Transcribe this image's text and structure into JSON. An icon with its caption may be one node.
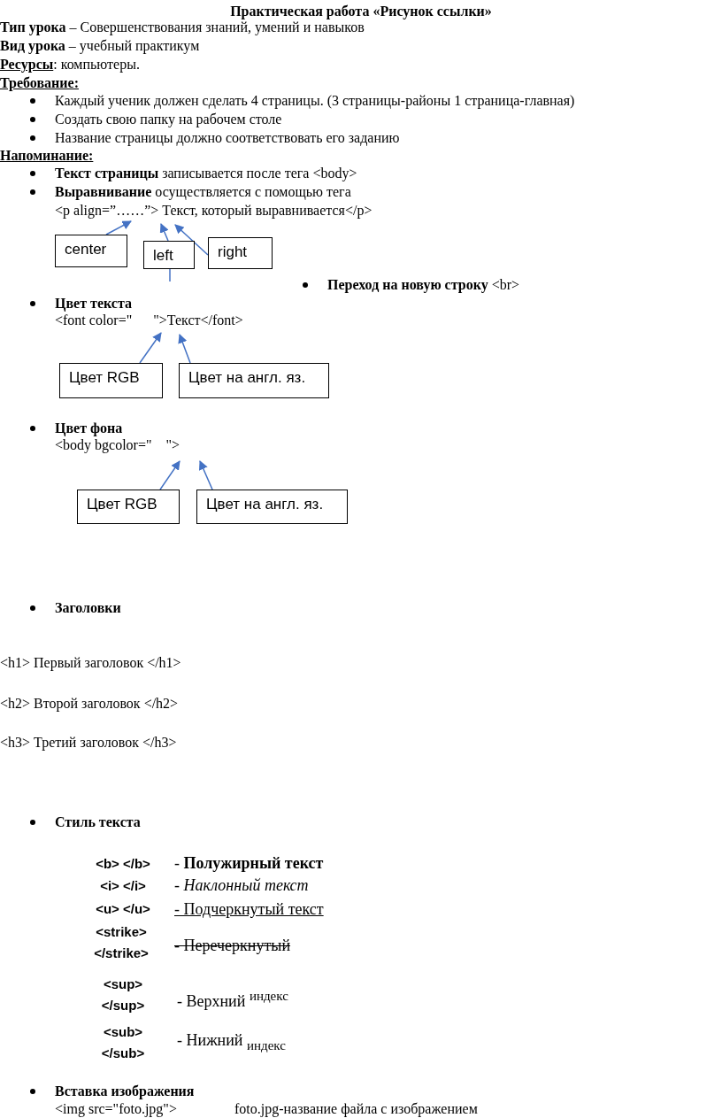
{
  "diagram": {
    "title": "Практическая работа «Рисунок ссылки»",
    "nodes": [
      {
        "text": [
          "<p align=”……”> Текст, который выравнивается</p>"
        ]
      },
      {
        "text": [
          "center"
        ]
      },
      {
        "text": [
          "left"
        ]
      },
      {
        "text": [
          "right"
        ]
      },
      {
        "text": [
          "<font color=\"      \">Текст</font>"
        ]
      },
      {
        "text": [
          "Цвет RGB"
        ]
      },
      {
        "text": [
          "Цвет на англ. яз."
        ]
      },
      {
        "text": [
          "<body bgcolor=\"    \">"
        ]
      },
      {
        "text": [
          "Цвет RGB"
        ]
      },
      {
        "text": [
          "Цвет на англ. яз."
        ]
      }
    ],
    "edges": [
      {
        "from": 1,
        "to": 0,
        "arrow": "to"
      },
      {
        "from": 2,
        "to": 0,
        "arrow": "to"
      },
      {
        "from": 3,
        "to": 0,
        "arrow": "to"
      },
      {
        "from": 2,
        "to": null,
        "arrow": "none"
      },
      {
        "from": 5,
        "to": 4,
        "arrow": "to"
      },
      {
        "from": 6,
        "to": 4,
        "arrow": "to"
      },
      {
        "from": 8,
        "to": 7,
        "arrow": "to"
      },
      {
        "from": 9,
        "to": 7,
        "arrow": "to"
      }
    ],
    "labels": [
      "**Тип урока** – Совершенствования знаний, умений и навыков",
      "**Вид урока** – учебный практикум",
      "**Ресурсы**: компьютеры.",
      "Требование:",
      "Каждый ученик должен сделать 4 страницы. (3 страницы-районы 1 страница-главная)",
      "Создать свою папку на рабочем столе",
      "Название страницы должно соответствовать его  заданию",
      "Напоминание:",
      "**Текст страницы** записывается после тега <body>",
      "**Выравнивание** осуществляется с помощью тега",
      "**Переход на новую строку** <br>",
      "Цвет текста",
      "Цвет фона",
      "Заголовки",
      "<h1> Первый заголовок </h1>",
      "<h2> Второй заголовок </h2>",
      "<h3> Третий заголовок </h3>",
      "Стиль текста",
      "<b> </b>",
      "- **Полужирный текст**",
      "<i> </i>",
      "- *Наклонный текст*",
      "<u> </u>",
      "- Подчеркнутый текст",
      "<strike> </strike>",
      "- Перечеркнутый",
      "<sup> </sup>",
      "- Верхний $^{индекс}$",
      "<sub> </sub>",
      "- Нижний $_{индекс}$",
      "Вставка изображения",
      "<img src=\"foto.jpg\">",
      "foto.jpg-название файла с изображением"
    ]
  }
}
